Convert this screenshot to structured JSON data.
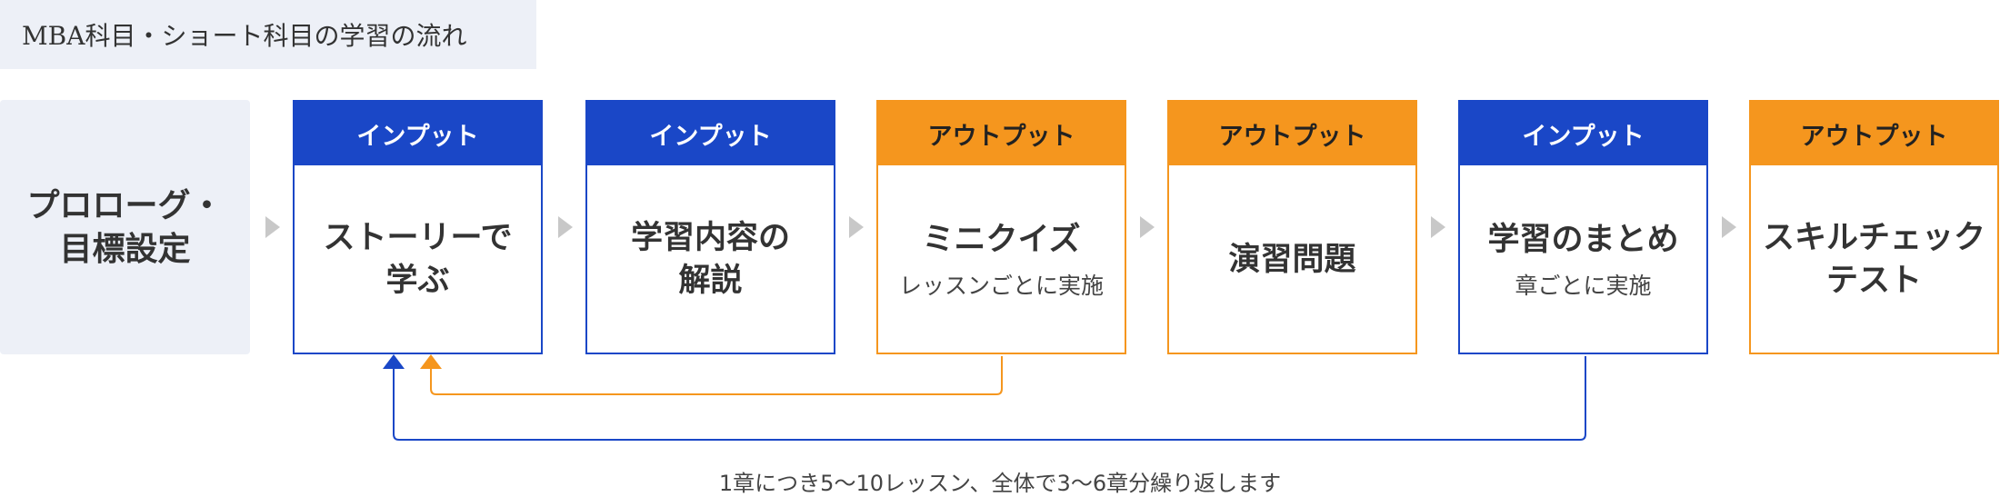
{
  "title": "MBA科目・ショート科目の学習の流れ",
  "prologue": "プロローグ・\n目標設定",
  "steps": [
    {
      "type": "input",
      "header": "インプット",
      "title": "ストーリーで\n学ぶ",
      "sub": ""
    },
    {
      "type": "input",
      "header": "インプット",
      "title": "学習内容の\n解説",
      "sub": ""
    },
    {
      "type": "output",
      "header": "アウトプット",
      "title": "ミニクイズ",
      "sub": "レッスンごとに実施"
    },
    {
      "type": "output",
      "header": "アウトプット",
      "title": "演習問題",
      "sub": ""
    },
    {
      "type": "input",
      "header": "インプット",
      "title": "学習のまとめ",
      "sub": "章ごとに実施"
    },
    {
      "type": "output",
      "header": "アウトプット",
      "title": "スキルチェック\nテスト",
      "sub": ""
    }
  ],
  "footnote": "1章につき5〜10レッスン、全体で3〜6章分繰り返します",
  "colors": {
    "input": "#1a47c7",
    "output": "#f5961e",
    "panel": "#edf0f7",
    "chevron": "#c8c8c8"
  }
}
